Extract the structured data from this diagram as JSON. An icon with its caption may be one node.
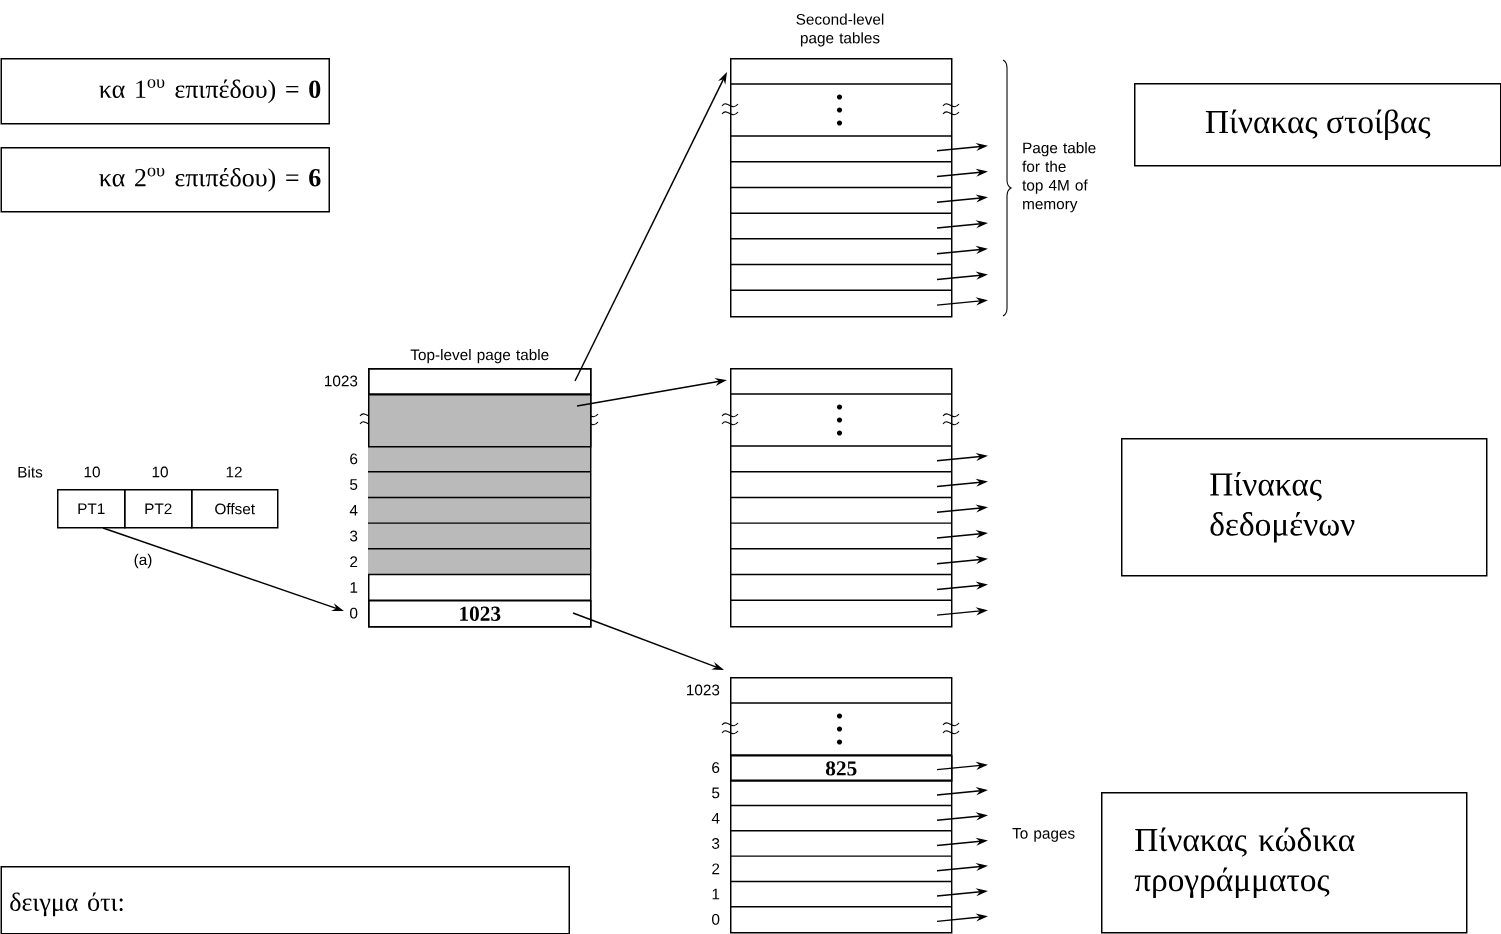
{
  "diagram": {
    "nodes": [
      {
        "text": [
          "κα 1$^{ου}$ επιπέδου) = **0**"
        ]
      },
      {
        "text": [
          "κα 2$^{ου}$ επιπέδου) = **6**"
        ]
      },
      {
        "text": [
          "PT1"
        ]
      },
      {
        "text": [
          "PT2"
        ]
      },
      {
        "text": [
          "Offset"
        ]
      },
      {
        "text": [
          "Top-level page table"
        ]
      },
      {
        "text": [],
        "shape": "box",
        "in": 5
      },
      {
        "text": [],
        "shape": "box",
        "in": 5
      },
      {
        "text": [
          "1023"
        ],
        "in": 5
      },
      {
        "text": [],
        "shape": "box"
      },
      {
        "text": [],
        "shape": "box"
      },
      {
        "text": [],
        "shape": "box"
      },
      {
        "text": [
          "825"
        ],
        "in": 11
      },
      {
        "text": [
          "Πίνακας στοίβας"
        ]
      },
      {
        "text": [
          "Πίνακας δεδομένων"
        ]
      },
      {
        "text": [
          "Πίνακας κώδικα προγράμματος"
        ]
      },
      {
        "text": [
          "δειγμα ότι:"
        ]
      }
    ],
    "edges": [
      {
        "from": 2,
        "to": 8,
        "arrow": "to"
      },
      {
        "from": 6,
        "to": 9,
        "arrow": "to"
      },
      {
        "from": 7,
        "to": 10,
        "arrow": "to"
      },
      {
        "from": 8,
        "to": 11,
        "arrow": "to"
      },
      {
        "from": 9,
        "to": null,
        "arrow": "to"
      },
      {
        "from": 9,
        "to": null,
        "arrow": "to"
      },
      {
        "from": 9,
        "to": null,
        "arrow": "to"
      },
      {
        "from": 9,
        "to": null,
        "arrow": "to"
      },
      {
        "from": 9,
        "to": null,
        "arrow": "to"
      },
      {
        "from": 9,
        "to": null,
        "arrow": "to"
      },
      {
        "from": 9,
        "to": null,
        "arrow": "to"
      },
      {
        "from": 10,
        "to": null,
        "arrow": "to"
      },
      {
        "from": 10,
        "to": null,
        "arrow": "to"
      },
      {
        "from": 10,
        "to": null,
        "arrow": "to"
      },
      {
        "from": 10,
        "to": null,
        "arrow": "to"
      },
      {
        "from": 10,
        "to": null,
        "arrow": "to"
      },
      {
        "from": 10,
        "to": null,
        "arrow": "to"
      },
      {
        "from": 10,
        "to": null,
        "arrow": "to"
      },
      {
        "from": 12,
        "to": null,
        "arrow": "to"
      },
      {
        "from": 11,
        "to": null,
        "arrow": "to"
      },
      {
        "from": 11,
        "to": null,
        "arrow": "to"
      },
      {
        "from": 11,
        "to": null,
        "arrow": "to"
      },
      {
        "from": 11,
        "to": null,
        "arrow": "to"
      },
      {
        "from": 11,
        "to": null,
        "arrow": "to"
      },
      {
        "from": 11,
        "to": null,
        "arrow": "to"
      }
    ],
    "labels": [
      "Second-level page tables",
      "1023",
      "6",
      "5",
      "4",
      "3",
      "2",
      "1",
      "0",
      "Bits",
      "10",
      "10",
      "12",
      "(a)",
      "Page table for the top 4M of memory",
      "1023",
      "6",
      "5",
      "4",
      "3",
      "2",
      "1",
      "0",
      "To pages"
    ]
  }
}
